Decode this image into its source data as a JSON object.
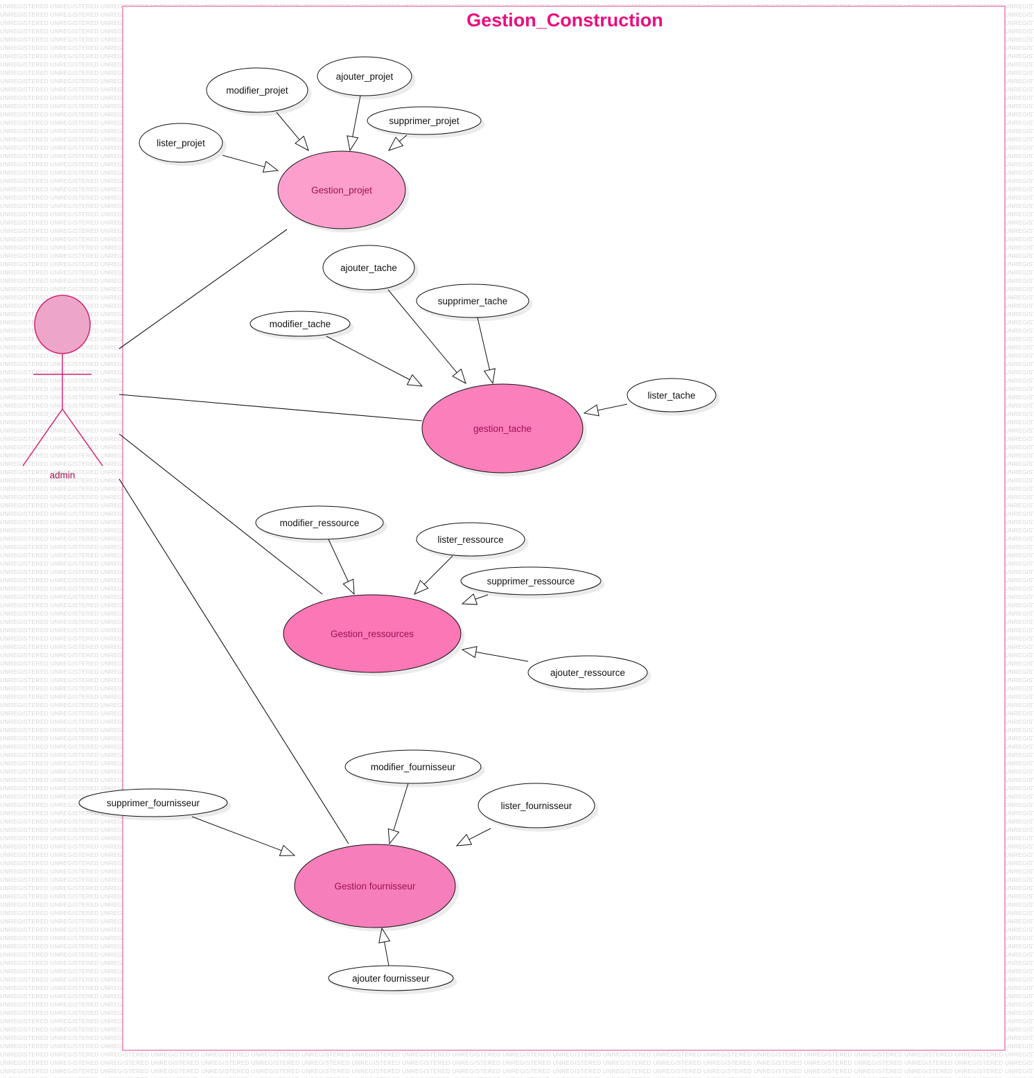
{
  "watermark": "UNREGISTERED",
  "diagram": {
    "title": "Gestion_Construction",
    "actor": "admin"
  },
  "packages": {
    "projet": {
      "hub": "Gestion_projet",
      "use_cases": [
        "modifier_projet",
        "ajouter_projet",
        "supprimer_projet",
        "lister_projet"
      ]
    },
    "tache": {
      "hub": "gestion_tache",
      "use_cases": [
        "ajouter_tache",
        "supprimer_tache",
        "modifier_tache",
        "lister_tache"
      ]
    },
    "ressources": {
      "hub": "Gestion_ressources",
      "use_cases": [
        "modifier_ressource",
        "lister_ressource",
        "supprimer_ressource",
        "ajouter_ressource"
      ]
    },
    "fournisseur": {
      "hub": "Gestion fournisseur",
      "use_cases": [
        "modifier_fournisseur",
        "lister_fournisseur",
        "supprimer_fournisseur",
        "ajouter fournisseur"
      ]
    }
  },
  "colors": {
    "frame": "#ee7fb4",
    "title": "#ec0c7e",
    "actor_fill": "#eda6c9",
    "actor_stroke": "#d4206e",
    "hub_projet": "#fc9fcd",
    "hub_tache": "#fa7fbb",
    "hub_ressources": "#fb77b6",
    "hub_fournisseur": "#f67fbb"
  }
}
